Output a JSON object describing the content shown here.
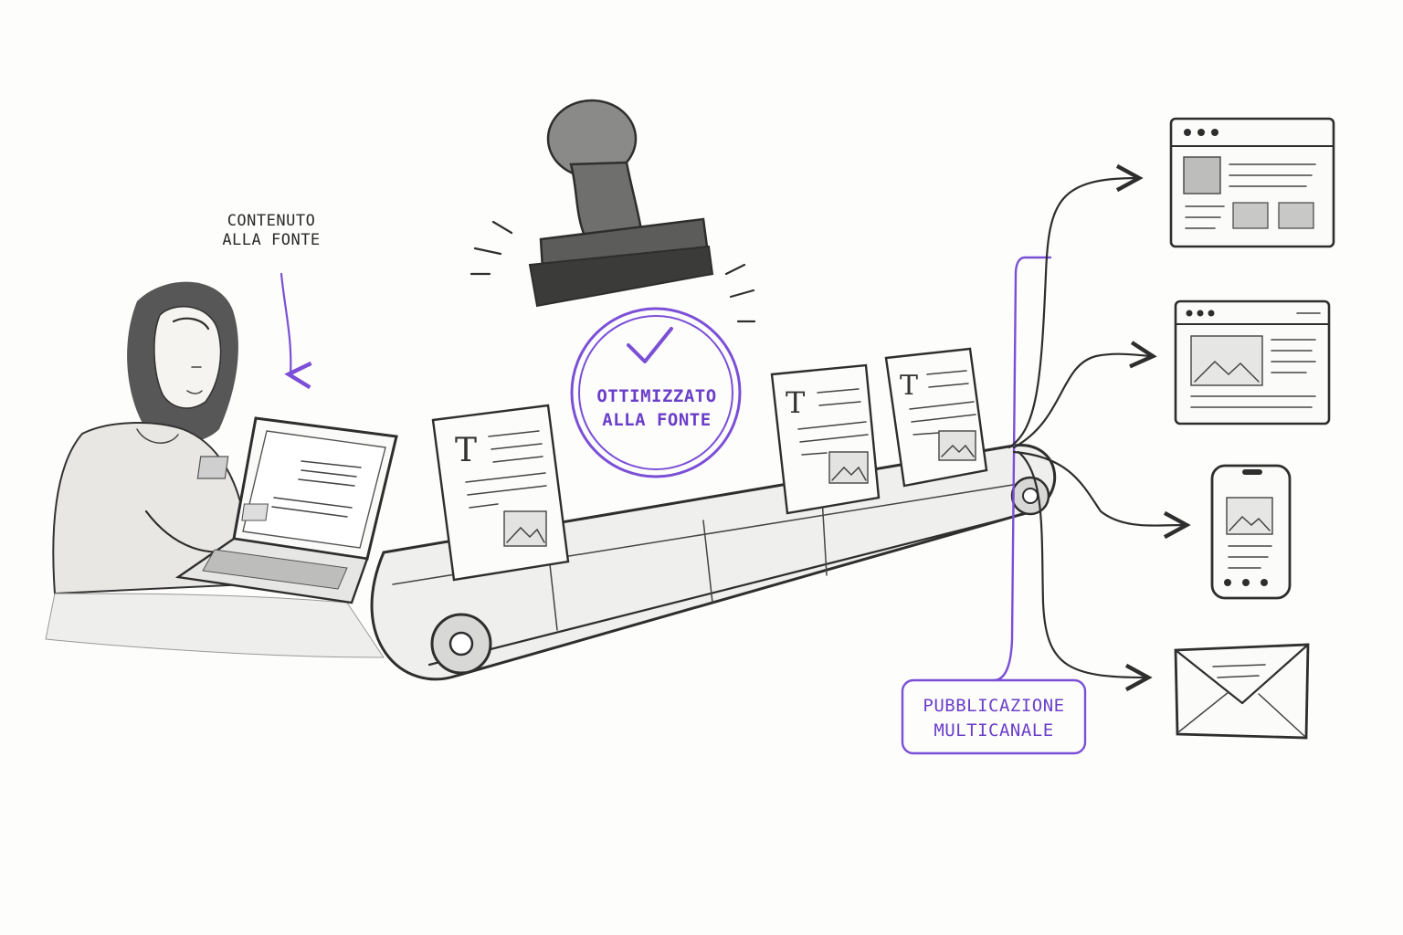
{
  "labels": {
    "source_line1": "CONTENUTO",
    "source_line2": "ALLA FONTE",
    "stamp_line1": "OTTIMIZZATO",
    "stamp_line2": "ALLA FONTE",
    "publish_line1": "PUBBLICAZIONE",
    "publish_line2": "MULTICANALE"
  },
  "icons": {
    "document": "document-icon",
    "stamp": "rubber-stamp-icon",
    "check": "check-icon",
    "desktop_window": "browser-window-icon",
    "smartphone": "smartphone-icon",
    "envelope": "envelope-icon"
  },
  "colors": {
    "accent": "#7b4fd6",
    "pencil": "#2e2e2e",
    "background": "#fdfdfc"
  }
}
